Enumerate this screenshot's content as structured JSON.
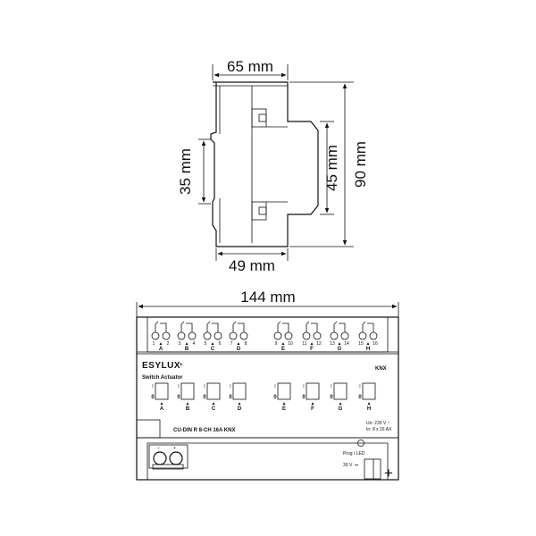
{
  "dimensions": {
    "depth": "65 mm",
    "rail": "35 mm",
    "front_height": "45 mm",
    "total_height": "90 mm",
    "base_depth": "49 mm",
    "width": "144 mm"
  },
  "device": {
    "brand": "ESYLUX",
    "brand_mark": "+",
    "knx_logo": "KNX",
    "product": "Switch Actuator",
    "model": "CU-DIN R 8-CH 16A KNX",
    "rating_lines": [
      "Un:  230 V ~",
      "In:   8 x 16 AX"
    ],
    "prog_label": "Prog / LED",
    "bus_voltage": "30 V",
    "bus_symbol": "+",
    "bus_terminal_labels": [
      "–",
      "+"
    ],
    "channels": [
      {
        "letter": "A",
        "terminals": [
          "1",
          "2"
        ]
      },
      {
        "letter": "B",
        "terminals": [
          "3",
          "4"
        ]
      },
      {
        "letter": "C",
        "terminals": [
          "5",
          "6"
        ]
      },
      {
        "letter": "D",
        "terminals": [
          "7",
          "8"
        ]
      },
      {
        "letter": "E",
        "terminals": [
          "9",
          "10"
        ]
      },
      {
        "letter": "F",
        "terminals": [
          "11",
          "12"
        ]
      },
      {
        "letter": "G",
        "terminals": [
          "13",
          "14"
        ]
      },
      {
        "letter": "H",
        "terminals": [
          "15",
          "16"
        ]
      }
    ],
    "switch_on": "I",
    "switch_off": "0"
  }
}
